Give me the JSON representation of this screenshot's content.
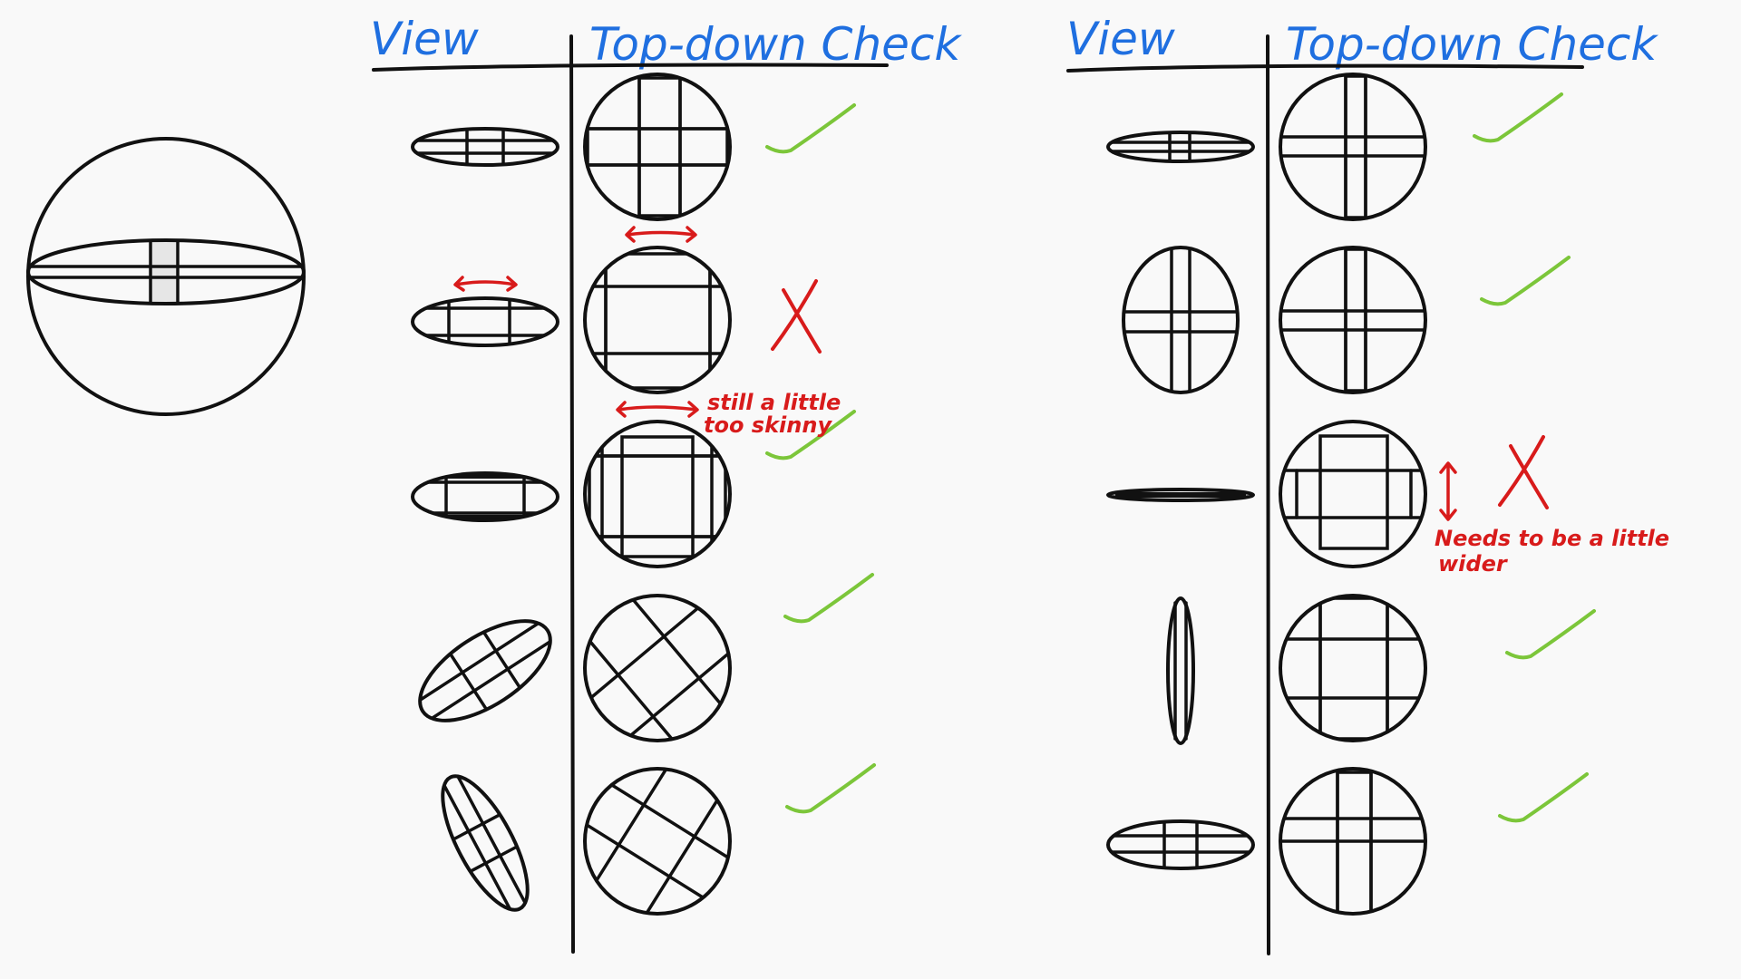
{
  "left_table": {
    "view_header": "View",
    "check_header": "Top-down Check",
    "rows": [
      {
        "result": "check"
      },
      {
        "result": "x"
      },
      {
        "result": "check",
        "note_line1": "still a little",
        "note_line2": "too skinny"
      },
      {
        "result": "check"
      },
      {
        "result": "check"
      }
    ]
  },
  "right_table": {
    "view_header": "View",
    "check_header": "Top-down Check",
    "rows": [
      {
        "result": "check"
      },
      {
        "result": "check"
      },
      {
        "result": "x",
        "note_line1": "Needs to be a little",
        "note_line2": "wider"
      },
      {
        "result": "check"
      },
      {
        "result": "check"
      }
    ]
  },
  "colors": {
    "header": "#1f6fe0",
    "ink": "#111111",
    "check": "#7cc63a",
    "cross": "#d81b1b",
    "annotation": "#d81b1b",
    "highlight_cell": "#e6e6e6"
  },
  "icons": {
    "check": "checkmark-icon",
    "x": "cross-icon",
    "arrow": "double-arrow-icon"
  }
}
